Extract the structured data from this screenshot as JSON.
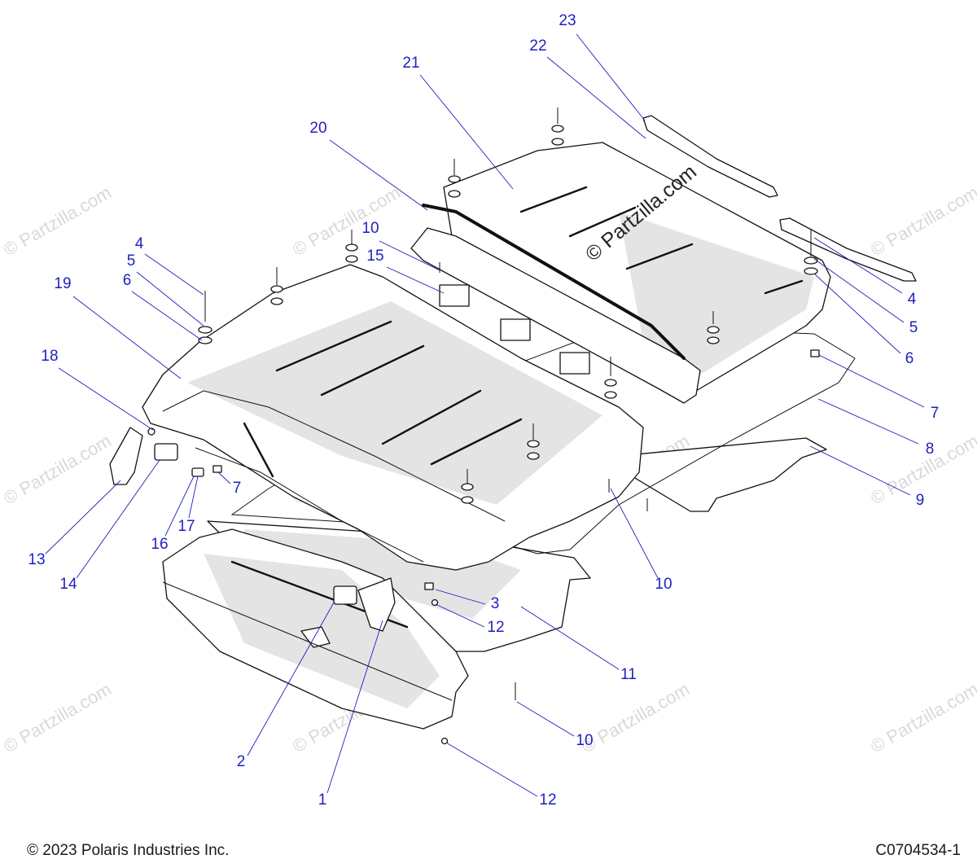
{
  "watermark": {
    "text": "© Partzilla.com"
  },
  "footer": {
    "copyright": "© 2023 Polaris Industries Inc.",
    "diagram_code": "C0704534-1"
  },
  "callouts": [
    {
      "label": "23"
    },
    {
      "label": "22"
    },
    {
      "label": "21"
    },
    {
      "label": "20"
    },
    {
      "label": "10"
    },
    {
      "label": "15"
    },
    {
      "label": "4"
    },
    {
      "label": "5"
    },
    {
      "label": "6"
    },
    {
      "label": "19"
    },
    {
      "label": "18"
    },
    {
      "label": "4"
    },
    {
      "label": "5"
    },
    {
      "label": "6"
    },
    {
      "label": "7"
    },
    {
      "label": "8"
    },
    {
      "label": "9"
    },
    {
      "label": "7"
    },
    {
      "label": "17"
    },
    {
      "label": "16"
    },
    {
      "label": "13"
    },
    {
      "label": "14"
    },
    {
      "label": "10"
    },
    {
      "label": "3"
    },
    {
      "label": "12"
    },
    {
      "label": "11"
    },
    {
      "label": "10"
    },
    {
      "label": "2"
    },
    {
      "label": "1"
    },
    {
      "label": "12"
    }
  ]
}
